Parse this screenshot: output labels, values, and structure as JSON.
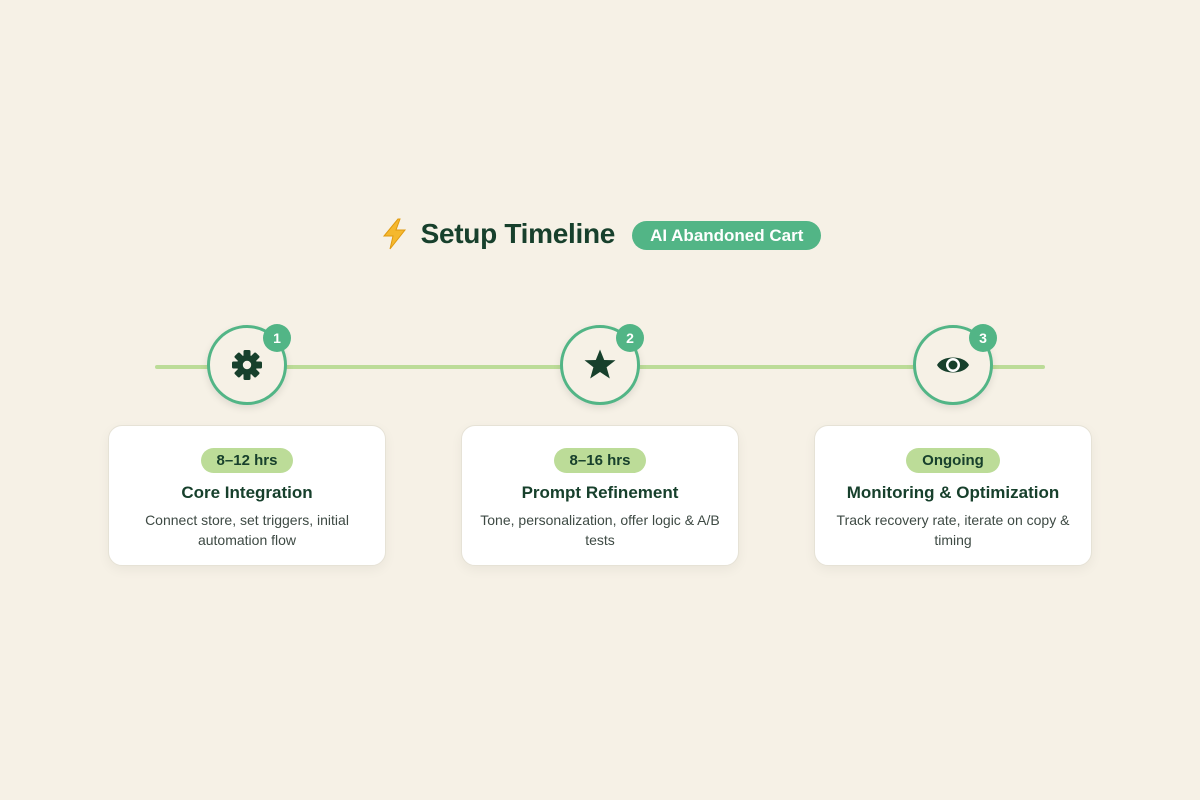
{
  "header": {
    "icon": "lightning-bolt-icon",
    "title": "Setup Timeline",
    "tag": "AI Abandoned Cart"
  },
  "colors": {
    "background": "#f6f1e6",
    "accent": "#52b586",
    "accent_light": "#bcdc98",
    "text_dark": "#17402c"
  },
  "steps": [
    {
      "number": "1",
      "icon": "gear-icon",
      "duration": "8–12 hrs",
      "title": "Core Integration",
      "description": "Connect store, set triggers, initial automation flow"
    },
    {
      "number": "2",
      "icon": "star-icon",
      "duration": "8–16 hrs",
      "title": "Prompt Refinement",
      "description": "Tone, personalization, offer logic & A/B tests"
    },
    {
      "number": "3",
      "icon": "eye-icon",
      "duration": "Ongoing",
      "title": "Monitoring & Optimization",
      "description": "Track recovery rate, iterate on copy & timing"
    }
  ]
}
